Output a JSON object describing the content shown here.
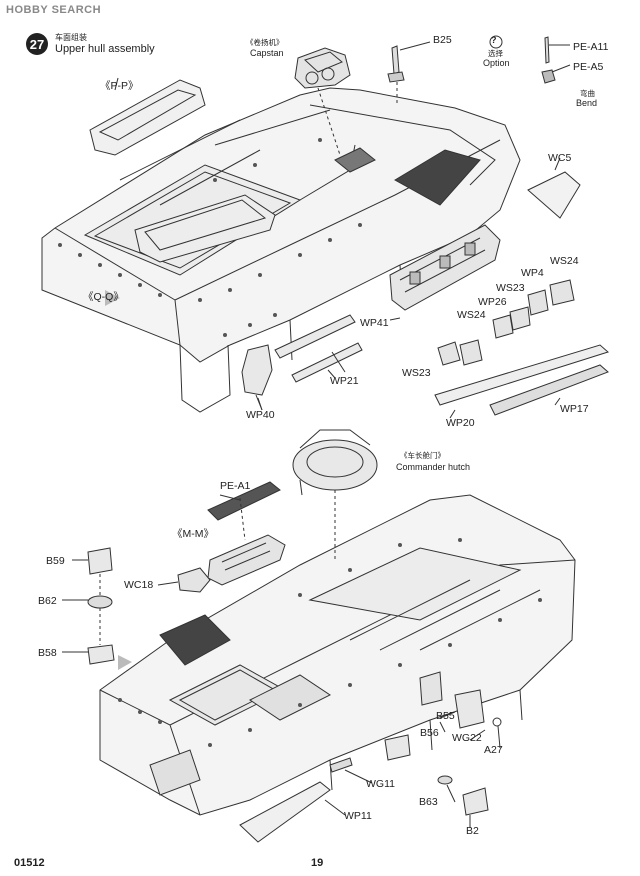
{
  "watermark": {
    "logo": "HOBBY SEARCH"
  },
  "step": {
    "number": "27",
    "title_cn": "车面组装",
    "title_en": "Upper hull assembly"
  },
  "legend": {
    "option_cn": "选择",
    "option_en": "Option",
    "bend_cn": "弯曲",
    "bend_en": "Bend"
  },
  "labels": {
    "capstan_cn": "《卷扬机》",
    "capstan_en": "Capstan",
    "commander_cn": "《车长舱门》",
    "commander_en": "Commander hutch",
    "pp": "《P-P》",
    "qq": "《Q-Q》",
    "mm": "《M-M》",
    "b25": "B25",
    "pe_a11": "PE-A11",
    "pe_a5": "PE-A5",
    "wc5": "WC5",
    "ws24_a": "WS24",
    "wp4": "WP4",
    "ws23_a": "WS23",
    "wp26": "WP26",
    "ws24_b": "WS24",
    "wp41": "WP41",
    "ws23_b": "WS23",
    "wp21": "WP21",
    "wp40": "WP40",
    "wp20": "WP20",
    "wp17": "WP17",
    "pe_a1": "PE-A1",
    "b59": "B59",
    "wc18": "WC18",
    "b62": "B62",
    "b58": "B58",
    "b55": "B55",
    "b56": "B56",
    "wg22": "WG22",
    "a27": "A27",
    "wg11": "WG11",
    "b63": "B63",
    "wp11": "WP11",
    "b2": "B2"
  },
  "footer": {
    "kit_number": "01512",
    "page_number": "19"
  }
}
